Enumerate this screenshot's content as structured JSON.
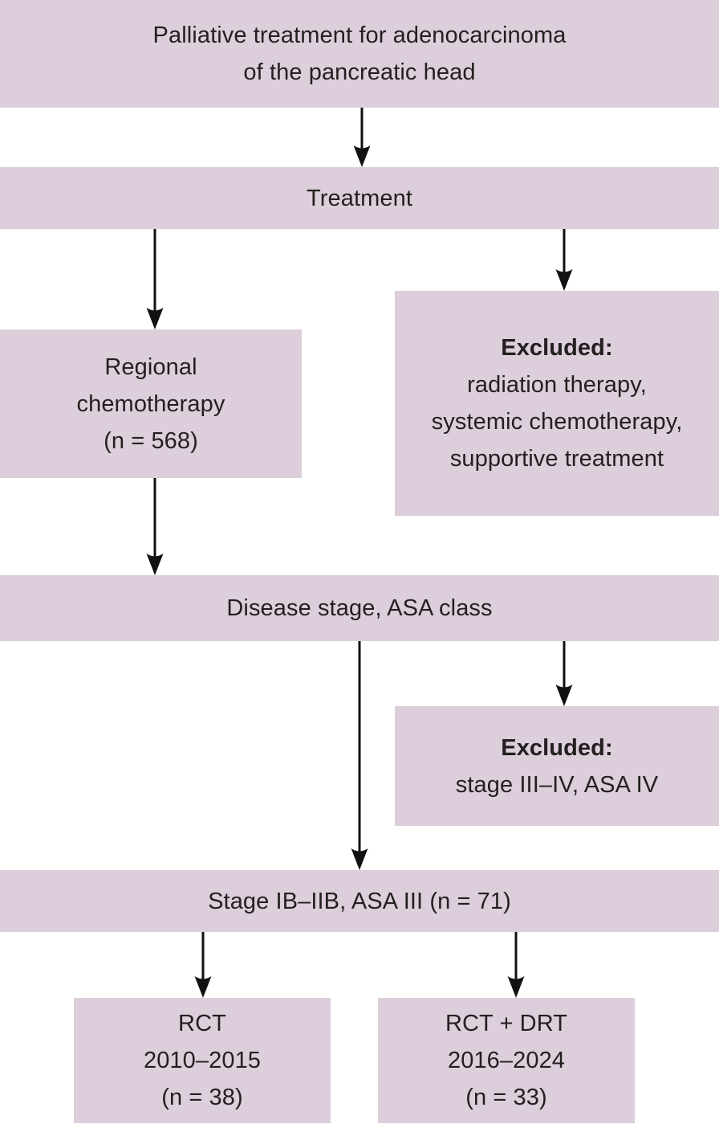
{
  "diagram": {
    "type": "flowchart",
    "colors": {
      "box_fill": "#dcceda",
      "text": "#231f20",
      "arrow": "#111111",
      "background": "#ffffff"
    },
    "nodes": {
      "title": {
        "line1": "Palliative treatment for adenocarcinoma",
        "line2": "of the pancreatic head"
      },
      "treatment": {
        "label": "Treatment"
      },
      "regional": {
        "line1": "Regional",
        "line2": "chemotherapy",
        "line3": "(n = 568)"
      },
      "excluded_treatment": {
        "heading": "Excluded:",
        "line1": "radiation therapy,",
        "line2": "systemic chemotherapy,",
        "line3": "supportive treatment"
      },
      "disease": {
        "label": "Disease stage, ASA class"
      },
      "excluded_stage": {
        "heading": "Excluded:",
        "line1": "stage III–IV, ASA IV"
      },
      "stage": {
        "label": "Stage IB–IIB, ASA III (n = 71)"
      },
      "rct": {
        "line1": "RCT",
        "line2": "2010–2015",
        "line3": "(n = 38)"
      },
      "rct_drt": {
        "line1": "RCT + DRT",
        "line2": "2016–2024",
        "line3": "(n = 33)"
      }
    }
  }
}
